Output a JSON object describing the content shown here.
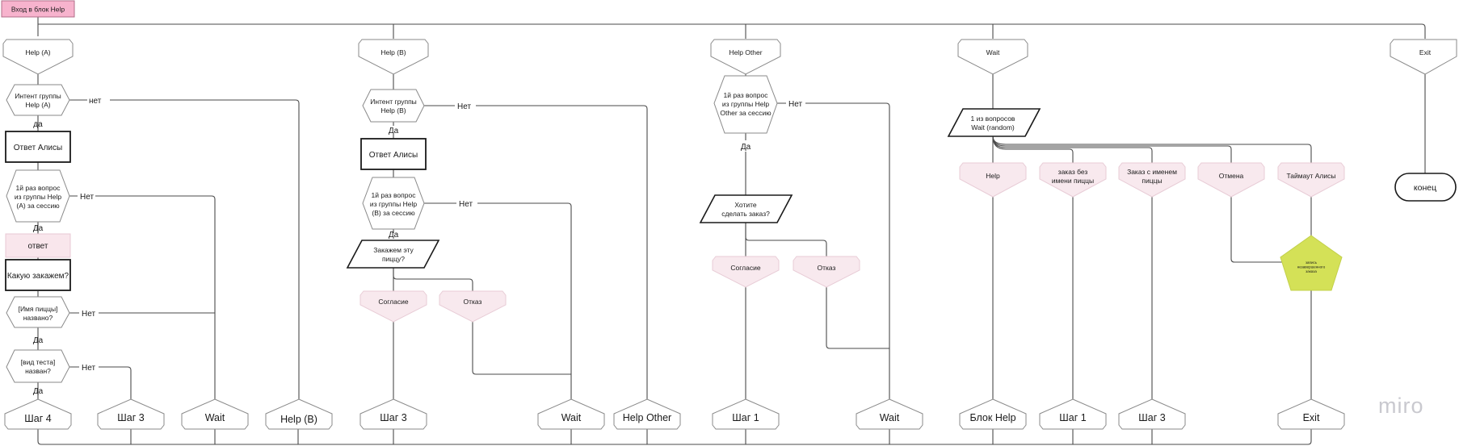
{
  "nodes": {
    "entry": "Вход в блок Help",
    "c1": {
      "help_a": "Help (A)",
      "intent": [
        "Интент группы",
        "Help (A)"
      ],
      "alice_answer": "Ответ Алисы",
      "first_q": [
        "1й раз вопрос",
        "из группы Help",
        "(A) за сессию"
      ],
      "answer": "ответ",
      "which_order": "Какую закажем?",
      "pizza_named": [
        "[Имя пиццы]",
        "названо?"
      ],
      "dough_named": [
        "[вид теста]",
        "назван?"
      ],
      "step4": "Шаг 4",
      "step3": "Шаг 3",
      "wait": "Wait",
      "help_b": "Help (B)"
    },
    "c2": {
      "help_b": "Help (B)",
      "intent": [
        "Интент группы",
        "Help (B)"
      ],
      "alice_answer": "Ответ Алисы",
      "first_q": [
        "1й раз вопрос",
        "из группы Help",
        "(B) за сессию"
      ],
      "order_pizza": [
        "Закажем эту",
        "пиццу?"
      ],
      "agree": "Согласие",
      "refuse": "Отказ",
      "step3": "Шаг 3",
      "wait": "Wait",
      "help_other_end": "Help Other"
    },
    "c3": {
      "help_other": "Help Other",
      "first_q": [
        "1й раз вопрос",
        "из группы Help",
        "Other за сессию"
      ],
      "want_order": [
        "Хотите",
        "сделать заказ?"
      ],
      "agree": "Согласие",
      "refuse": "Отказ",
      "step1": "Шаг 1",
      "wait": "Wait"
    },
    "c4": {
      "wait": "Wait",
      "one_of": [
        "1 из вопросов",
        "Wait (random)"
      ],
      "help": "Help",
      "order_no_name": [
        "заказ без",
        "имени пиццы"
      ],
      "order_with_name": [
        "Заказ с именем",
        "пиццы"
      ],
      "cancel": "Отмена",
      "timeout": "Таймаут Алисы",
      "record": [
        "запись",
        "незавершенного",
        "заказа"
      ],
      "block_help": "Блок Help",
      "step1": "Шаг 1",
      "step3": "Шаг 3",
      "exit": "Exit"
    },
    "c5": {
      "exit": "Exit",
      "end": "конец"
    }
  },
  "edge_labels": {
    "no_lower": "нет",
    "no": "Нет",
    "yes_lower": "да",
    "yes": "Да"
  },
  "logo": "miro",
  "colors": {
    "entry_fill": "#f7b3cd",
    "pink_shape": "#f8e9ee",
    "star": "#d4e157",
    "line": "#4a4a4a"
  }
}
